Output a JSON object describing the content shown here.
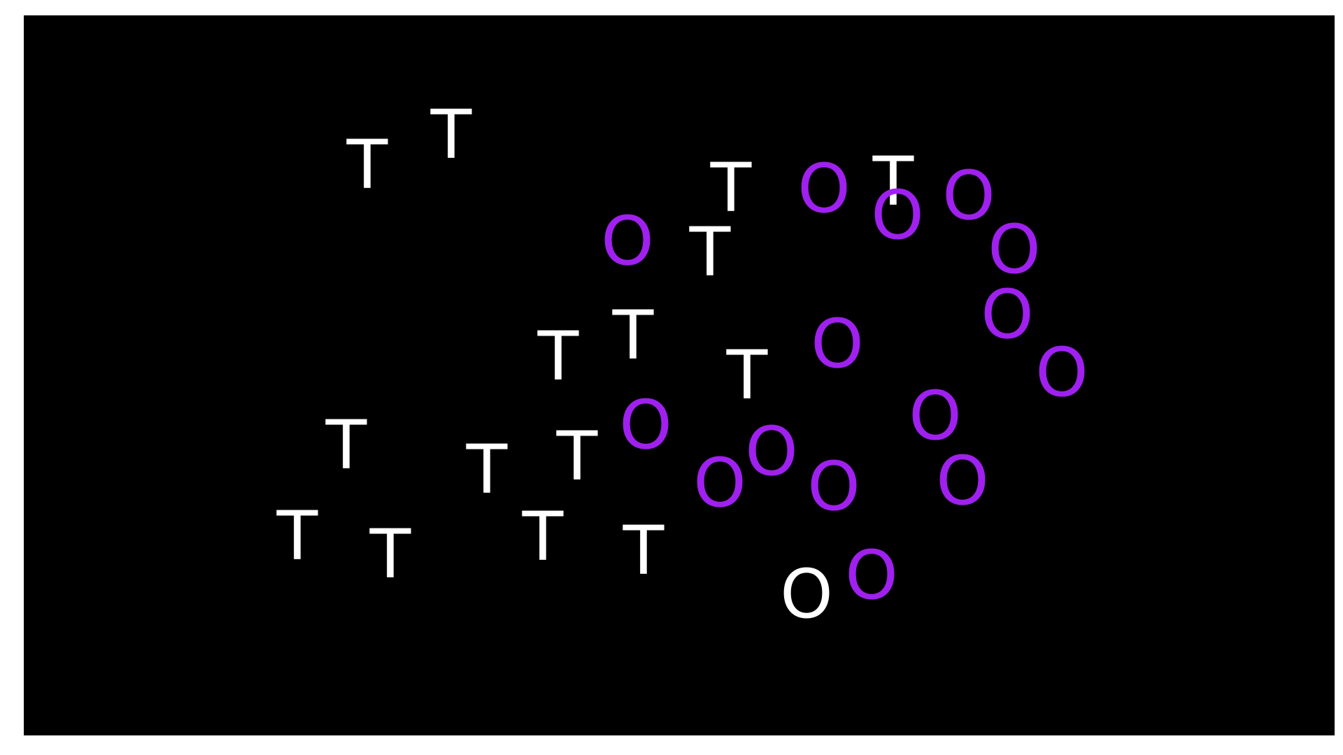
{
  "colors": {
    "background": "#000000",
    "frame": "#ffffff",
    "t_color": "#ffffff",
    "o_color": "#a020f0",
    "odd_o_color": "#ffffff"
  },
  "glyphs": [
    {
      "char": "T",
      "kind": "t"
    },
    {
      "char": "T",
      "kind": "t"
    },
    {
      "char": "T",
      "kind": "t"
    },
    {
      "char": "T",
      "kind": "t"
    },
    {
      "char": "T",
      "kind": "t"
    },
    {
      "char": "T",
      "kind": "t"
    },
    {
      "char": "T",
      "kind": "t"
    },
    {
      "char": "T",
      "kind": "t"
    },
    {
      "char": "T",
      "kind": "t"
    },
    {
      "char": "T",
      "kind": "t"
    },
    {
      "char": "T",
      "kind": "t"
    },
    {
      "char": "T",
      "kind": "t"
    },
    {
      "char": "T",
      "kind": "t"
    },
    {
      "char": "T",
      "kind": "t"
    },
    {
      "char": "T",
      "kind": "t"
    },
    {
      "char": "O",
      "kind": "o"
    },
    {
      "char": "O",
      "kind": "o"
    },
    {
      "char": "O",
      "kind": "o"
    },
    {
      "char": "O",
      "kind": "o"
    },
    {
      "char": "O",
      "kind": "o"
    },
    {
      "char": "O",
      "kind": "o"
    },
    {
      "char": "O",
      "kind": "o"
    },
    {
      "char": "O",
      "kind": "o"
    },
    {
      "char": "O",
      "kind": "o"
    },
    {
      "char": "O",
      "kind": "o"
    },
    {
      "char": "O",
      "kind": "o"
    },
    {
      "char": "O",
      "kind": "o"
    },
    {
      "char": "O",
      "kind": "o"
    },
    {
      "char": "O",
      "kind": "o"
    },
    {
      "char": "O",
      "kind": "o"
    },
    {
      "char": "O",
      "kind": "odd"
    }
  ]
}
